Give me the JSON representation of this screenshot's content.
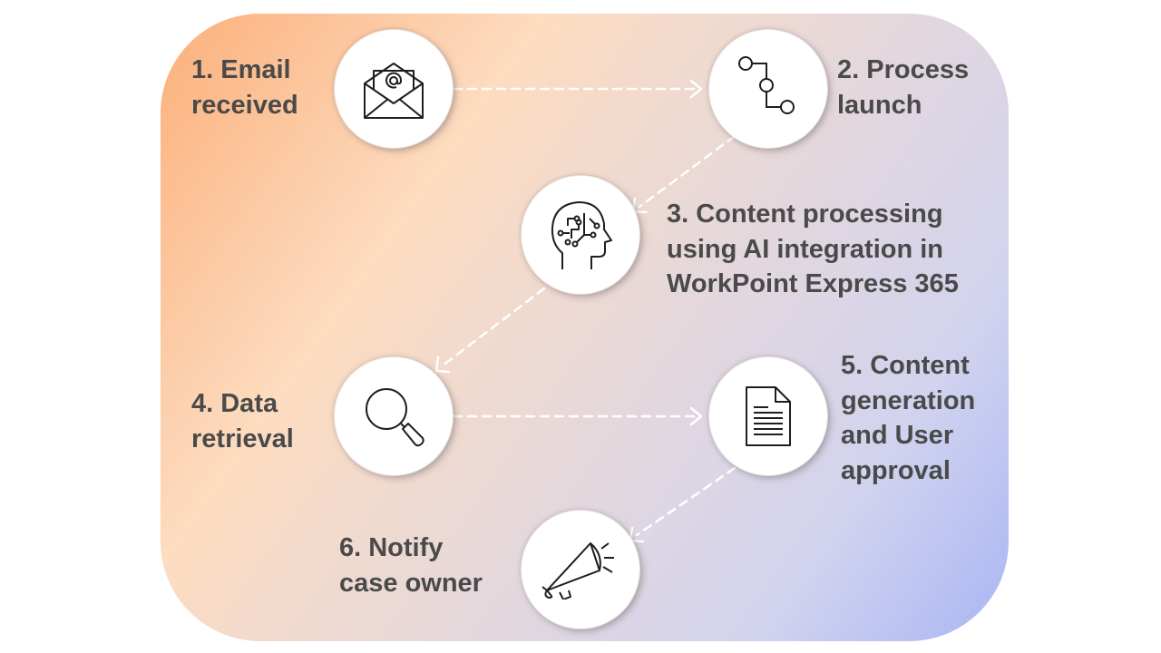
{
  "steps": [
    {
      "label": "1. Email\nreceived",
      "icon": "email-icon"
    },
    {
      "label": "2. Process\nlaunch",
      "icon": "process-flow-icon"
    },
    {
      "label": "3. Content processing\nusing AI integration in\nWorkPoint Express 365",
      "icon": "ai-head-icon"
    },
    {
      "label": "4. Data\nretrieval",
      "icon": "search-icon"
    },
    {
      "label": "5. Content\ngeneration\nand User\napproval",
      "icon": "document-icon"
    },
    {
      "label": "6. Notify\ncase owner",
      "icon": "megaphone-icon"
    }
  ],
  "colors": {
    "text": "#4a4a4a",
    "gradient_start": "#fbaf7a",
    "gradient_end": "#a8b6f4",
    "connector": "#ffffff"
  }
}
